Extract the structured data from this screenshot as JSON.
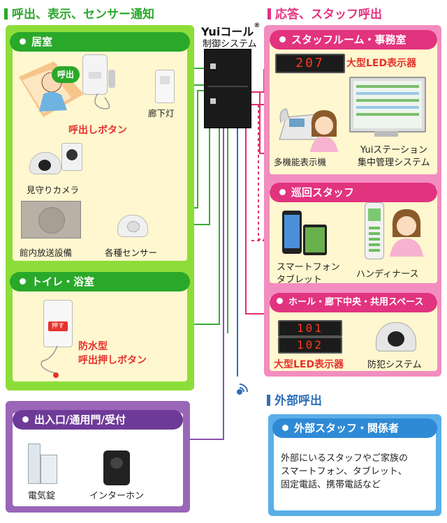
{
  "sections": {
    "left_title": "呼出、表示、センサー通知",
    "right_title": "応答、スタッフ呼出",
    "outside_title": "外部呼出"
  },
  "colors": {
    "green_panel": "#8ddd3a",
    "green_pill": "#2aa82a",
    "pink_panel": "#f28dbf",
    "pink_pill": "#e2337f",
    "purple_panel": "#9966b8",
    "purple_pill": "#6e3a97",
    "blue_panel": "#5aaee8",
    "blue_pill": "#2f8ad6",
    "room_fill": "#fff7cf",
    "line_green": "#3aab3a",
    "line_red": "#e0306f",
    "line_blue": "#2f6fb8",
    "line_purple": "#8a50b0",
    "led_text": "#ff3a1a"
  },
  "system": {
    "brand": "Yuiコール",
    "trademark": "®",
    "label": "制御システム"
  },
  "room": {
    "title": "居室",
    "call_bubble": "呼出",
    "call_button": "呼出しボタン",
    "corridor_light": "廊下灯",
    "camera": "見守りカメラ",
    "broadcast": "館内放送設備",
    "sensor": "各種センサー"
  },
  "toilet": {
    "title": "トイレ・浴室",
    "button_text": "押す",
    "label_line1": "防水型",
    "label_line2": "呼出押しボタン"
  },
  "entrance": {
    "title": "出入口/通用門/受付",
    "lock": "電気錠",
    "intercom": "インターホン"
  },
  "staff_room": {
    "title": "スタッフルーム・事務室",
    "led_value": "207",
    "led_label": "大型LED表示器",
    "phone": "多機能表示機",
    "station_line1": "Yuiステーション",
    "station_line2": "集中管理システム"
  },
  "patrol": {
    "title": "巡回スタッフ",
    "device_line1": "スマートフォン",
    "device_line2": "タブレット",
    "handy": "ハンディナース"
  },
  "hall": {
    "title": "ホール・廊下中央・共用スペース",
    "led_value1": "101",
    "led_value2": "102",
    "led_label": "大型LED表示器",
    "security": "防犯システム"
  },
  "external": {
    "title": "外部スタッフ・関係者",
    "line1": "外部にいるスタッフやご家族の",
    "line2": "スマートフォン、タブレット、",
    "line3": "固定電話、携帯電話など"
  }
}
